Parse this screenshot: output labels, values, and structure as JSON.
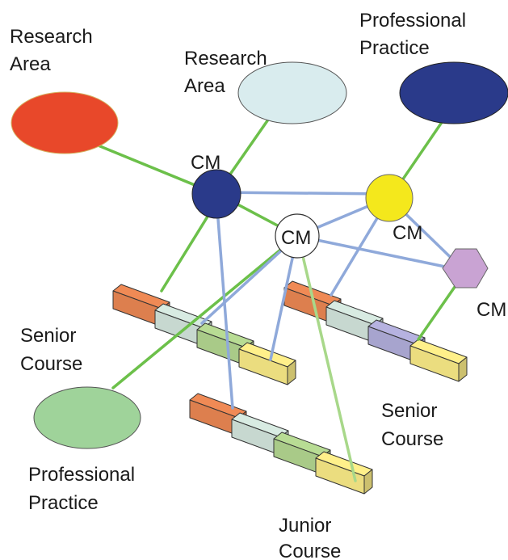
{
  "nodes": {
    "research_area_1": {
      "label_line1": "Research",
      "label_line2": "Area",
      "color": "#e8482a"
    },
    "research_area_2": {
      "label_line1": "Research",
      "label_line2": "Area",
      "color": "#d9ecee"
    },
    "professional_practice_top": {
      "label_line1": "Professional",
      "label_line2": "Practice",
      "color": "#2a3a8a"
    },
    "professional_practice_bottom": {
      "label_line1": "Professional",
      "label_line2": "Practice",
      "color": "#9fd39a"
    },
    "cm_navy": {
      "label": "CM",
      "color": "#2a3a8a"
    },
    "cm_white": {
      "label": "CM",
      "color": "#ffffff"
    },
    "cm_yellow": {
      "label": "CM",
      "color": "#f4e81c"
    },
    "cm_purple": {
      "label": "CM",
      "color": "#c9a3d3"
    }
  },
  "course_groups": {
    "senior_left": {
      "label_line1": "Senior",
      "label_line2": "Course"
    },
    "senior_right": {
      "label_line1": "Senior",
      "label_line2": "Course"
    },
    "junior": {
      "label_line1": "Junior",
      "label_line2": "Course"
    }
  },
  "colors": {
    "edge_green": "#6cc04a",
    "edge_blue": "#8fa9da",
    "block_orange": "#f08a55",
    "block_pale": "#d8ebe2",
    "block_green": "#b8dc94",
    "block_yellow": "#fff08a",
    "block_lavender": "#b6b2e0"
  }
}
